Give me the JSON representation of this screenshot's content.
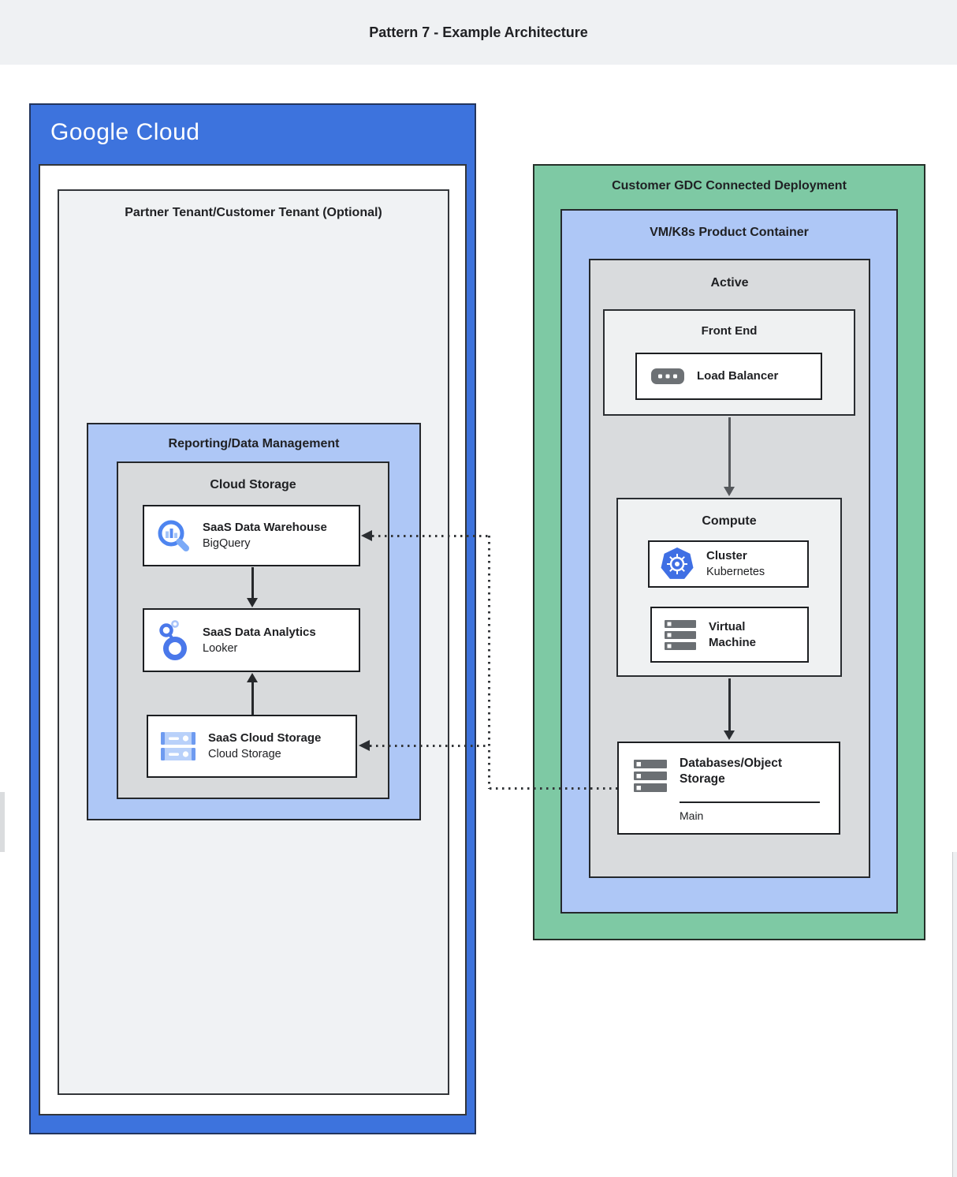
{
  "header": {
    "title": "Pattern 7 - Example Architecture"
  },
  "google_cloud": {
    "logo": "Google Cloud",
    "partner_tenant": {
      "title": "Partner Tenant/Customer Tenant (Optional)",
      "reporting": {
        "title": "Reporting/Data Management",
        "cloud_storage_group": {
          "title": "Cloud Storage",
          "cards": [
            {
              "title": "SaaS Data Warehouse",
              "subtitle": "BigQuery",
              "icon": "bigquery-icon"
            },
            {
              "title": "SaaS Data Analytics",
              "subtitle": "Looker",
              "icon": "looker-icon"
            },
            {
              "title": "SaaS Cloud Storage",
              "subtitle": "Cloud Storage",
              "icon": "cloud-storage-icon"
            }
          ]
        }
      }
    }
  },
  "gdc": {
    "title": "Customer GDC Connected Deployment",
    "product_container": {
      "title": "VM/K8s Product Container",
      "active": {
        "title": "Active",
        "front_end": {
          "title": "Front End",
          "load_balancer": {
            "title": "Load Balancer",
            "icon": "load-balancer-icon"
          }
        },
        "compute": {
          "title": "Compute",
          "cards": [
            {
              "title": "Cluster",
              "subtitle": "Kubernetes",
              "icon": "kubernetes-icon"
            },
            {
              "title": "Virtual Machine",
              "icon": "virtual-machine-icon"
            }
          ]
        },
        "database": {
          "title": "Databases/Object Storage",
          "label": "Main",
          "icon": "storage-server-icon"
        }
      }
    }
  },
  "colors": {
    "google_blue": "#3d73dd",
    "light_blue": "#aec7f6",
    "green": "#7ec9a4",
    "gray_panel": "#d9dbdd",
    "light_panel": "#f0f2f4",
    "header_bg": "#eff1f3",
    "border_dark": "#202124",
    "icon_gray": "#6b6f73",
    "kubernetes_blue": "#3f6fe4",
    "storage_icon_blue": "#b9d1fa"
  }
}
